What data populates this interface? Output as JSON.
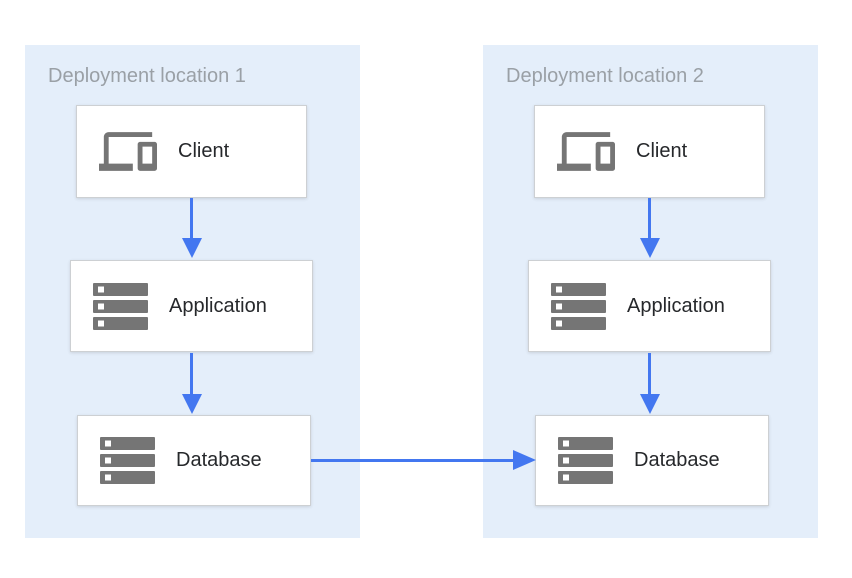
{
  "diagram": {
    "panels": [
      {
        "title": "Deployment location 1",
        "nodes": [
          {
            "label": "Client",
            "icon": "devices-icon"
          },
          {
            "label": "Application",
            "icon": "server-stack-icon"
          },
          {
            "label": "Database",
            "icon": "server-stack-icon"
          }
        ]
      },
      {
        "title": "Deployment location 2",
        "nodes": [
          {
            "label": "Client",
            "icon": "devices-icon"
          },
          {
            "label": "Application",
            "icon": "server-stack-icon"
          },
          {
            "label": "Database",
            "icon": "server-stack-icon"
          }
        ]
      }
    ],
    "arrows": [
      {
        "from": "deployment-location-1.client",
        "to": "deployment-location-1.application",
        "direction": "down"
      },
      {
        "from": "deployment-location-1.application",
        "to": "deployment-location-1.database",
        "direction": "down"
      },
      {
        "from": "deployment-location-2.client",
        "to": "deployment-location-2.application",
        "direction": "down"
      },
      {
        "from": "deployment-location-2.application",
        "to": "deployment-location-2.database",
        "direction": "down"
      },
      {
        "from": "deployment-location-1.database",
        "to": "deployment-location-2.database",
        "direction": "right"
      }
    ],
    "colors": {
      "panel_background": "#e4eefa",
      "arrow_blue": "#4377f0",
      "icon_gray": "#757575",
      "title_gray": "#9aa0a6",
      "label_dark": "#26282b",
      "node_border": "#cdd0d3",
      "node_background": "#ffffff",
      "page_background": "#ffffff"
    }
  }
}
